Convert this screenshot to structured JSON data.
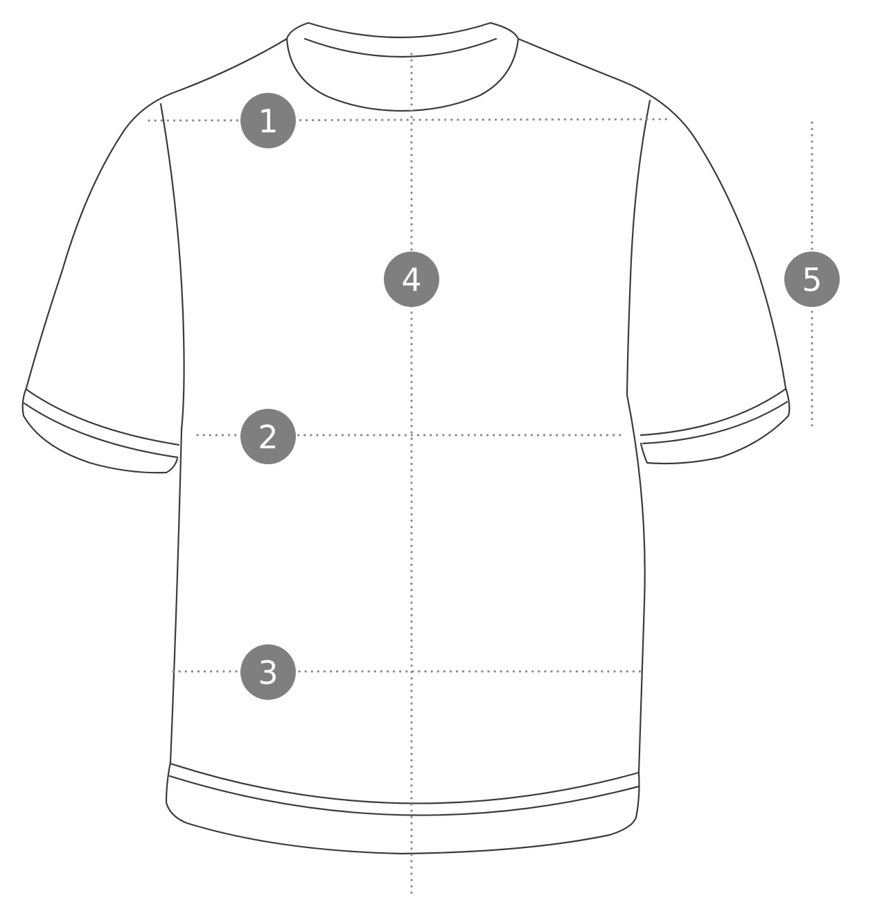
{
  "colors": {
    "outline": "#3a3a3a",
    "guide": "#8a8a8a",
    "marker_fill": "#7f7f7f",
    "marker_text": "#ffffff",
    "background": "#ffffff"
  },
  "garment": "t-shirt",
  "markers": [
    {
      "id": "1",
      "label": "1"
    },
    {
      "id": "2",
      "label": "2"
    },
    {
      "id": "3",
      "label": "3"
    },
    {
      "id": "4",
      "label": "4"
    },
    {
      "id": "5",
      "label": "5"
    }
  ]
}
